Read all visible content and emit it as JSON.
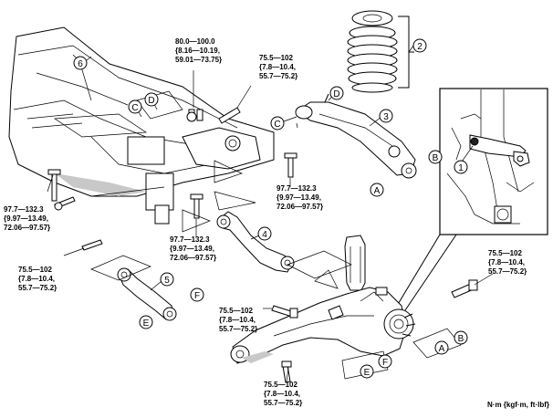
{
  "unit_label": "N·m {kgf·m, ft·lbf}",
  "torque_specs": [
    [
      "80.0—100.0",
      "{8.16—10.19,",
      "59.01—73.75}"
    ],
    [
      "75.5—102",
      "{7.8—10.4,",
      "55.7—75.2}"
    ],
    [
      "97.7—132.3",
      "{9.97—13.49,",
      "72.06—97.57}"
    ],
    [
      "97.7—132.3",
      "{9.97—13.49,",
      "72.06—97.57}"
    ],
    [
      "97.7—132.3",
      "{9.97—13.49,",
      "72.06—97.57}"
    ],
    [
      "75.5—102",
      "{7.8—10.4,",
      "55.7—75.2}"
    ],
    [
      "75.5—102",
      "{7.8—10.4,",
      "55.7—75.2}"
    ],
    [
      "75.5—102",
      "{7.8—10.4,",
      "55.7—75.2}"
    ],
    [
      "75.5—102",
      "{7.8—10.4,",
      "55.7—75.2}"
    ]
  ],
  "part_numbers": [
    "1",
    "2",
    "3",
    "4",
    "5",
    "6"
  ],
  "reference_letters": [
    "A",
    "A",
    "B",
    "B",
    "C",
    "C",
    "D",
    "D",
    "E",
    "E",
    "F",
    "F"
  ]
}
